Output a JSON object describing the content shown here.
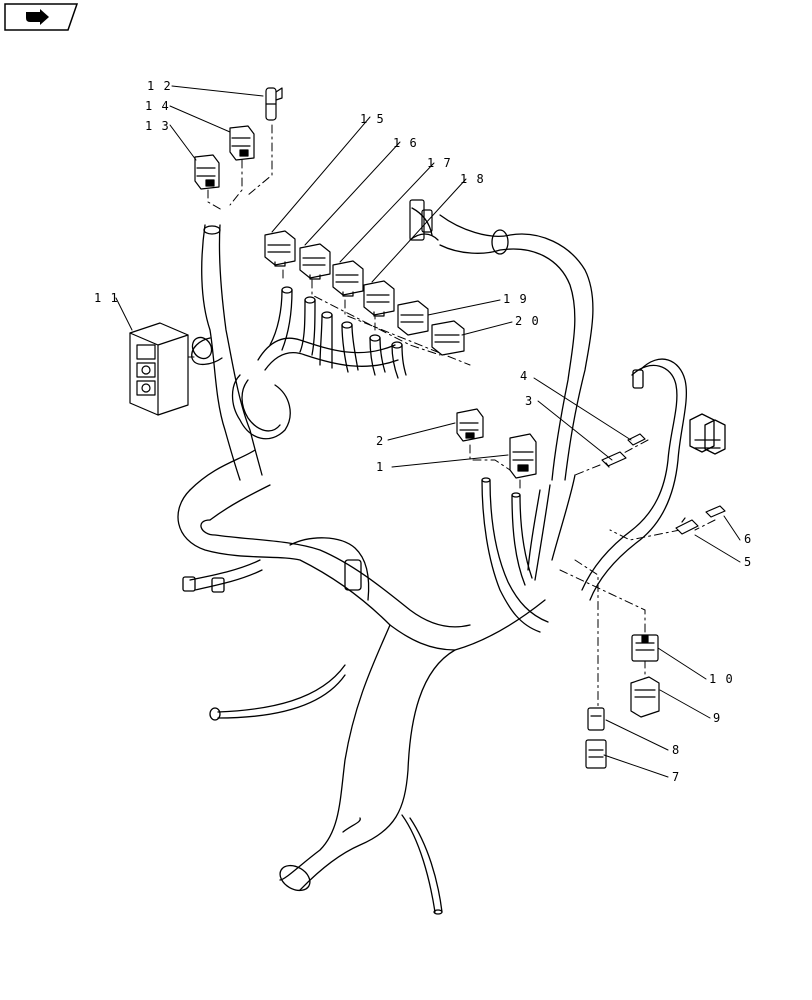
{
  "toolbar": {
    "nav_icon": "return-arrow-icon"
  },
  "callouts": [
    {
      "id": "1",
      "label": "1"
    },
    {
      "id": "2",
      "label": "2"
    },
    {
      "id": "3",
      "label": "3"
    },
    {
      "id": "4",
      "label": "4"
    },
    {
      "id": "5",
      "label": "5"
    },
    {
      "id": "6",
      "label": "6"
    },
    {
      "id": "7",
      "label": "7"
    },
    {
      "id": "8",
      "label": "8"
    },
    {
      "id": "9",
      "label": "9"
    },
    {
      "id": "10",
      "label": "1 0"
    },
    {
      "id": "11",
      "label": "1 1"
    },
    {
      "id": "12",
      "label": "1 2"
    },
    {
      "id": "13",
      "label": "1 3"
    },
    {
      "id": "14",
      "label": "1 4"
    },
    {
      "id": "15",
      "label": "1 5"
    },
    {
      "id": "16",
      "label": "1 6"
    },
    {
      "id": "17",
      "label": "1 7"
    },
    {
      "id": "18",
      "label": "1 8"
    },
    {
      "id": "19",
      "label": "1 9"
    },
    {
      "id": "20",
      "label": "2 0"
    }
  ]
}
